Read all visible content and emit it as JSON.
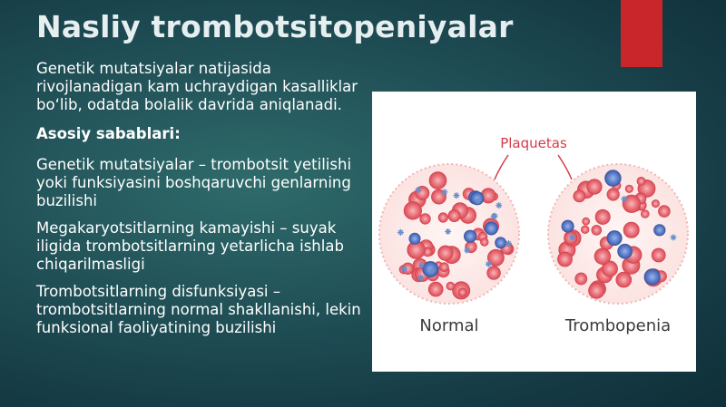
{
  "slide": {
    "title": "Nasliy trombotsitopeniyalar",
    "intro": "Genetik mutatsiyalar natijasida rivojlanadigan kam uchraydigan kasalliklar bo‘lib, odatda bolalik davrida aniqlanadi.",
    "causes_heading": "Asosiy sabablari:",
    "causes": [
      "Genetik mutatsiyalar – trombotsit yetilishi yoki funksiyasini boshqaruvchi genlarning buzilishi",
      "Megakaryotsitlarning kamayishi – suyak iligida trombotsitlarning yetarlicha ishlab chiqarilmasligi",
      "Trombotsitlarning disfunksiyasi – trombotsitlarning normal shakllanishi, lekin funksional faoliyatining buzilishi"
    ]
  },
  "figure": {
    "label_platelets": "Plaquetas",
    "label_left": "Normal",
    "label_right": "Trombopenia"
  },
  "colors": {
    "accent": "#c8262b",
    "red_cell": "#e0555f",
    "white_cell": "#4a6fbe",
    "platelet": "#6a8fc8",
    "label_red": "#d63a4a"
  }
}
